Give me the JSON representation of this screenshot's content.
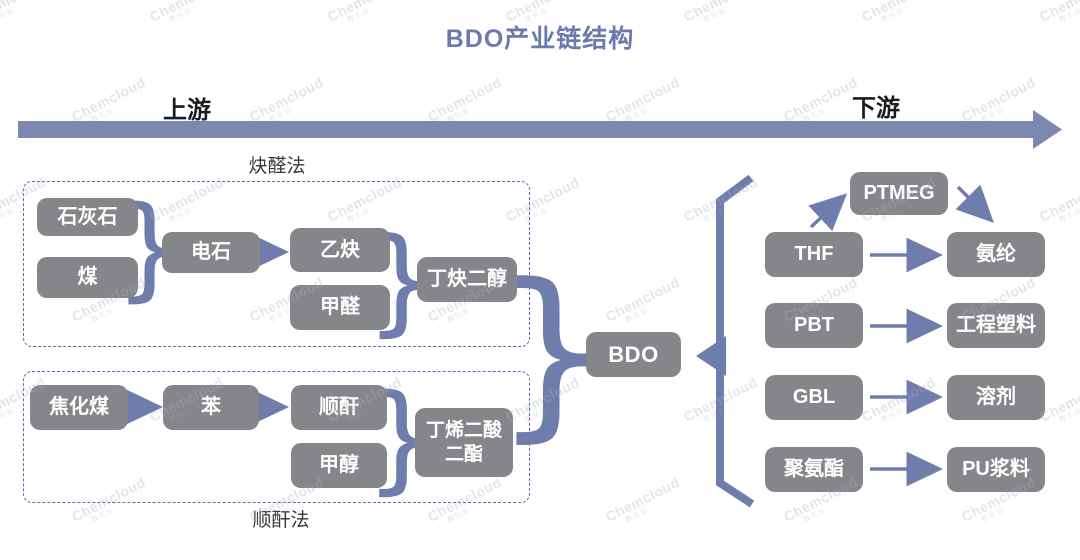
{
  "title": "BDO产业链结构",
  "watermark": {
    "brand": "Chemcloud",
    "sub": "数化云"
  },
  "axis": {
    "upstream": "上游",
    "downstream": "下游"
  },
  "methods": {
    "acetylene_route": "炔醛法",
    "maleic_route": "顺酐法"
  },
  "glyphs": {
    "merge_brace": "}"
  },
  "colors": {
    "accent_blue": "#6f7dac",
    "axis_bar_blue": "#7c88af",
    "node_gray": "#848689",
    "dashed_border_blue": "#5a6aac",
    "title_blue": "#6b79ad",
    "node_text": "#ffffff",
    "label_dark": "#1c1c1c"
  },
  "nodes": {
    "limestone": "石灰石",
    "coal": "煤",
    "carbide": "电石",
    "acetylene": "乙炔",
    "formaldehyde": "甲醛",
    "butynediol": "丁炔二醇",
    "coking_coal": "焦化煤",
    "benzene": "苯",
    "maleic_anhydride": "顺酐",
    "methanol": "甲醇",
    "butenedioate": "丁烯二酸\n二酯",
    "bdo": "BDO",
    "thf": "THF",
    "ptmeg": "PTMEG",
    "spandex": "氨纶",
    "pbt": "PBT",
    "engineering_plastics": "工程塑料",
    "gbl": "GBL",
    "solvent": "溶剂",
    "polyurethane": "聚氨酯",
    "pu_slurry": "PU浆料"
  },
  "edges": [
    {
      "from": "石灰石+煤",
      "to": "电石",
      "type": "merge"
    },
    {
      "from": "电石",
      "to": "乙炔",
      "type": "arrow"
    },
    {
      "from": "乙炔+甲醛",
      "to": "丁炔二醇",
      "type": "merge"
    },
    {
      "from": "焦化煤",
      "to": "苯",
      "type": "arrow"
    },
    {
      "from": "苯",
      "to": "顺酐",
      "type": "arrow"
    },
    {
      "from": "顺酐+甲醇",
      "to": "丁烯二酸二酯",
      "type": "merge"
    },
    {
      "from": "丁炔二醇+丁烯二酸二酯",
      "to": "BDO",
      "type": "merge"
    },
    {
      "from": "BDO",
      "to": "THF+PBT+GBL+聚氨酯",
      "type": "branch"
    },
    {
      "from": "THF",
      "to": "PTMEG",
      "type": "arrow"
    },
    {
      "from": "THF",
      "to": "氨纶",
      "type": "arrow"
    },
    {
      "from": "PTMEG",
      "to": "氨纶",
      "type": "arrow"
    },
    {
      "from": "PBT",
      "to": "工程塑料",
      "type": "arrow"
    },
    {
      "from": "GBL",
      "to": "溶剂",
      "type": "arrow"
    },
    {
      "from": "聚氨酯",
      "to": "PU浆料",
      "type": "arrow"
    }
  ]
}
